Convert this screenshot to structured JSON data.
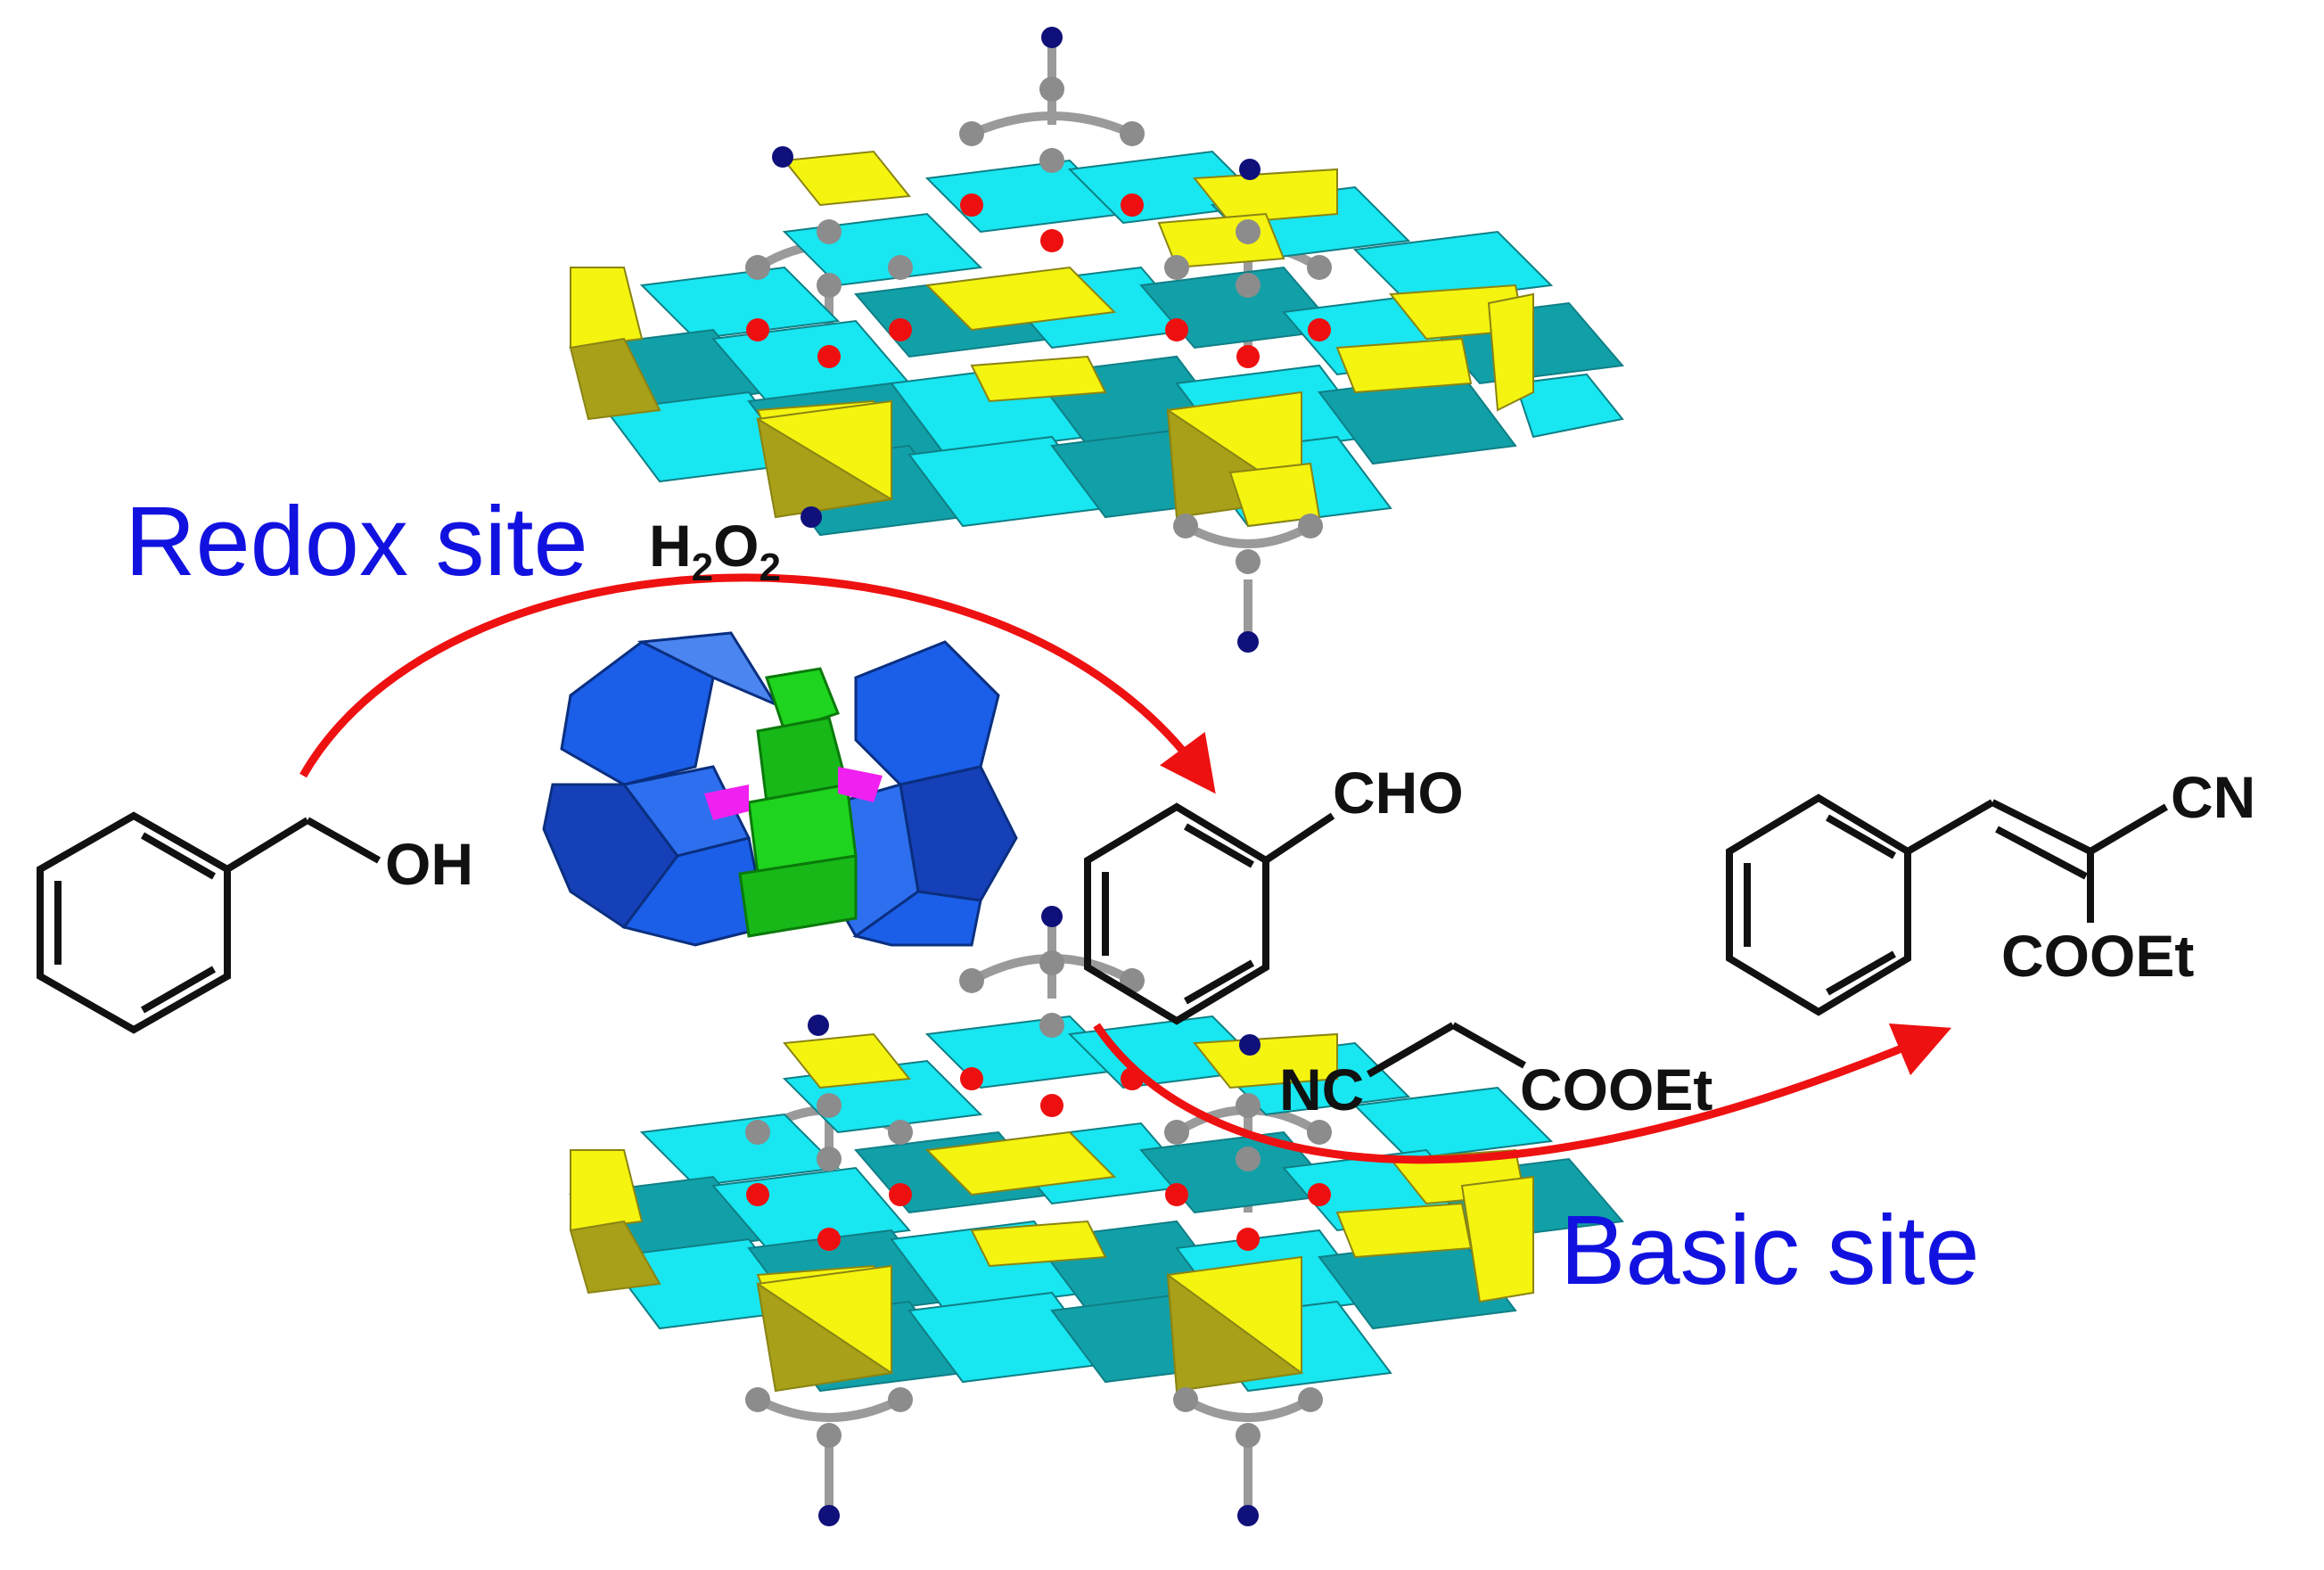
{
  "labels": {
    "redox_site": "Redox site",
    "basic_site": "Basic site",
    "oxidant": {
      "main": "H",
      "sub1": "2",
      "mid": "O",
      "sub2": "2"
    },
    "benzyl_alcohol_group": "OH",
    "benzaldehyde_group": "CHO",
    "cyanoacetate_left": "NC",
    "cyanoacetate_right": "COOEt",
    "product_cn": "CN",
    "product_ester": "COOEt"
  },
  "colors": {
    "site_label": "#1212e0",
    "arrow": "#ee1111",
    "polyhedron_cyan": "#18e6f0",
    "polyhedron_teal": "#12a0a8",
    "polyhedron_yellow": "#f4f410",
    "polyhedron_olive": "#a8a018",
    "atom_red": "#ee1010",
    "atom_navy": "#10107a",
    "atom_grey": "#8c8c8c",
    "cluster_blue": "#1b5ee8",
    "cluster_green": "#1ed41e",
    "cluster_magenta": "#f020f0",
    "bond_black": "#111111"
  },
  "icons": {
    "layer_structure": "layered-polyhedral-framework",
    "cluster_structure": "polyoxometalate-cluster",
    "reaction_arrow": "curved-arrow"
  }
}
